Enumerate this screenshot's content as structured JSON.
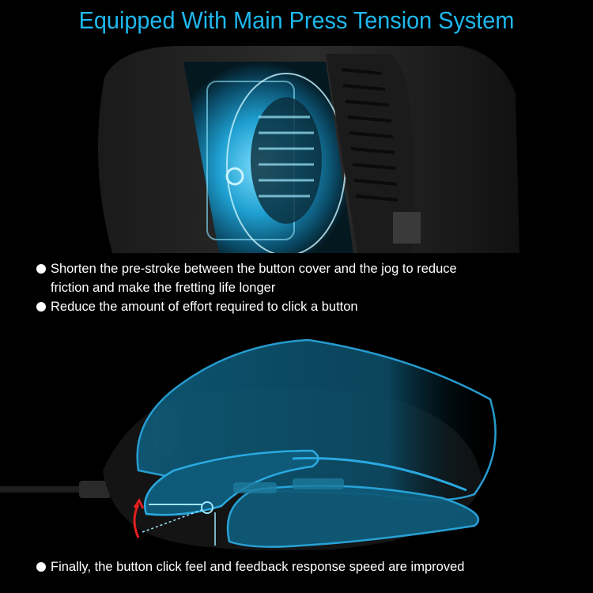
{
  "header": {
    "title": "Equipped With Main Press Tension System"
  },
  "features": {
    "items": [
      {
        "line1": "Shorten the pre-stroke between the button cover and the jog to reduce",
        "line2": "friction and make the fretting life longer"
      },
      {
        "line1": "Reduce the amount of effort required to click a button"
      }
    ],
    "final": "Finally, the button click feel and feedback response speed are improved"
  },
  "images": {
    "top": "mouse-internal-switch-closeup",
    "bottom": "mouse-side-view-with-hand-overlay"
  },
  "colors": {
    "accent": "#1eb8ee",
    "background": "#000000",
    "text": "#ffffff",
    "hand_fill": "#0f5a78",
    "hand_stroke": "#2aa9e0",
    "arrow": "#e02020"
  }
}
